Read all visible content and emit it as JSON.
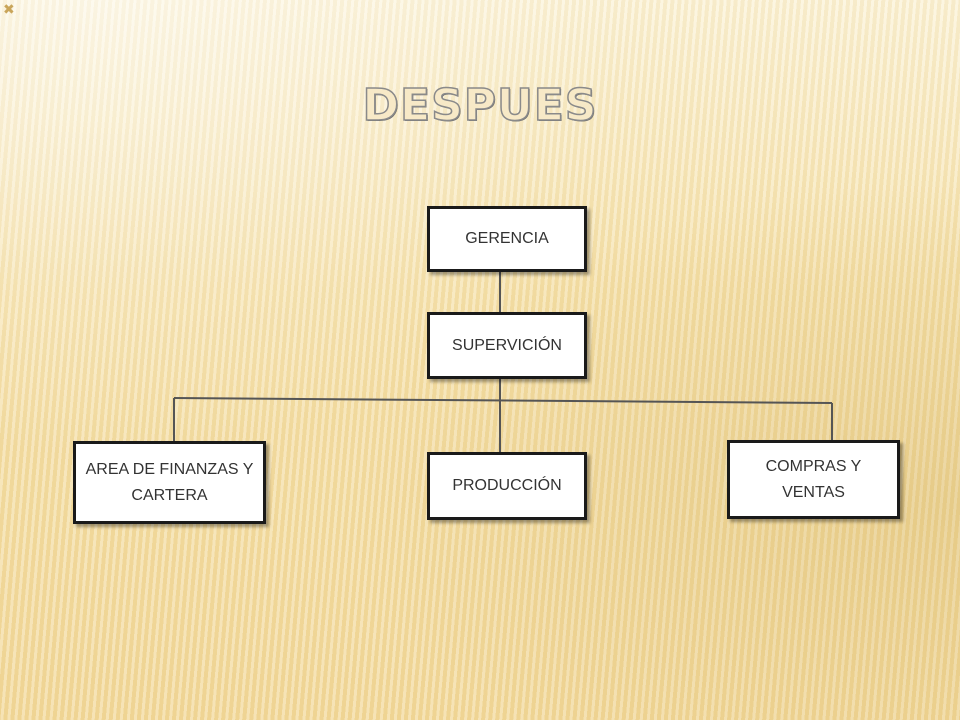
{
  "slide": {
    "corner_symbol": "✖",
    "title": "DESPUES"
  },
  "org_chart": {
    "gerencia": "GERENCIA",
    "supervicion": "SUPERVICIÓN",
    "finanzas": "AREA DE FINANZAS Y CARTERA",
    "produccion": "PRODUCCIÓN",
    "compras": "COMPRAS Y VENTAS"
  },
  "colors": {
    "background": "#f6e4b3",
    "box_border": "#1a1a1a",
    "connector": "#555555"
  }
}
